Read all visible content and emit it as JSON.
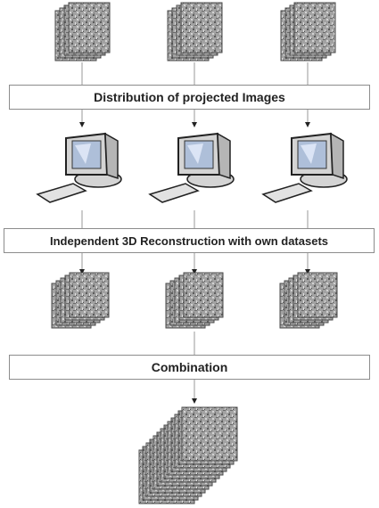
{
  "steps": {
    "distribution": "Distribution of projected Images",
    "reconstruction": "Independent 3D Reconstruction with own datasets",
    "combination": "Combination"
  },
  "colors": {
    "line": "#9a9a9a",
    "arrow": "#222222",
    "box_border": "#8c8c8c",
    "image_fill": "#9c9c9c",
    "image_border": "#4a4a4a",
    "monitor_body": "#d4d4d4",
    "monitor_frame": "#222222",
    "screen": "#aebfd9",
    "keyboard": "#e2e2e2"
  },
  "icons": [
    "image-stack-icon",
    "computer-icon",
    "volume-stack-icon"
  ]
}
